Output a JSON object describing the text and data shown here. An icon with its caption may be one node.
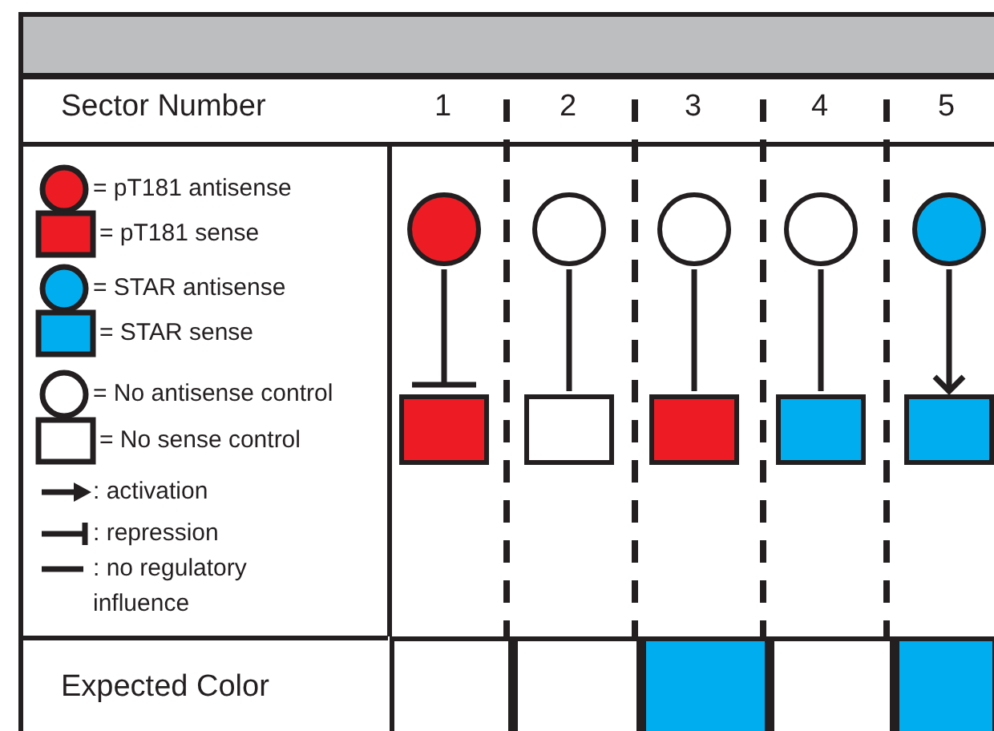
{
  "diagram": {
    "nodes": [
      {
        "text": [],
        "shape": "circle"
      },
      {
        "text": [],
        "shape": "circle"
      },
      {
        "text": [],
        "shape": "circle"
      },
      {
        "text": [],
        "shape": "circle"
      },
      {
        "text": [],
        "shape": "circle"
      },
      {
        "text": [],
        "shape": "box"
      },
      {
        "text": [],
        "shape": "box"
      },
      {
        "text": [],
        "shape": "box"
      },
      {
        "text": [],
        "shape": "box"
      },
      {
        "text": [],
        "shape": "box"
      },
      {
        "text": [],
        "shape": "box"
      },
      {
        "text": [],
        "shape": "box"
      },
      {
        "text": [],
        "shape": "box"
      },
      {
        "text": [],
        "shape": "box"
      },
      {
        "text": [],
        "shape": "box"
      }
    ],
    "edges": [
      {
        "from": 0,
        "to": 5,
        "arrow": "other"
      },
      {
        "from": 1,
        "to": 6,
        "arrow": "none"
      },
      {
        "from": 2,
        "to": 7,
        "arrow": "none"
      },
      {
        "from": 3,
        "to": 8,
        "arrow": "none"
      },
      {
        "from": 4,
        "to": 9,
        "arrow": "to"
      }
    ],
    "labels": [
      "Sector Number",
      "1",
      "2",
      "3",
      "4",
      "5",
      "Expected Color"
    ],
    "legend": [
      {
        "text": "= pT181 antisense",
        "color": "#ed1c24"
      },
      {
        "text": "= pT181 sense",
        "color": "#ed1c24"
      },
      {
        "text": "= STAR antisense",
        "color": "#00aeef"
      },
      {
        "text": "= STAR sense",
        "color": "#00aeef"
      },
      {
        "text": "= No antisense control"
      },
      {
        "text": "= No sense control"
      },
      {
        "text": ": activation"
      },
      {
        "text": ": repression"
      },
      {
        "text": ": no regulatory influence"
      }
    ]
  }
}
